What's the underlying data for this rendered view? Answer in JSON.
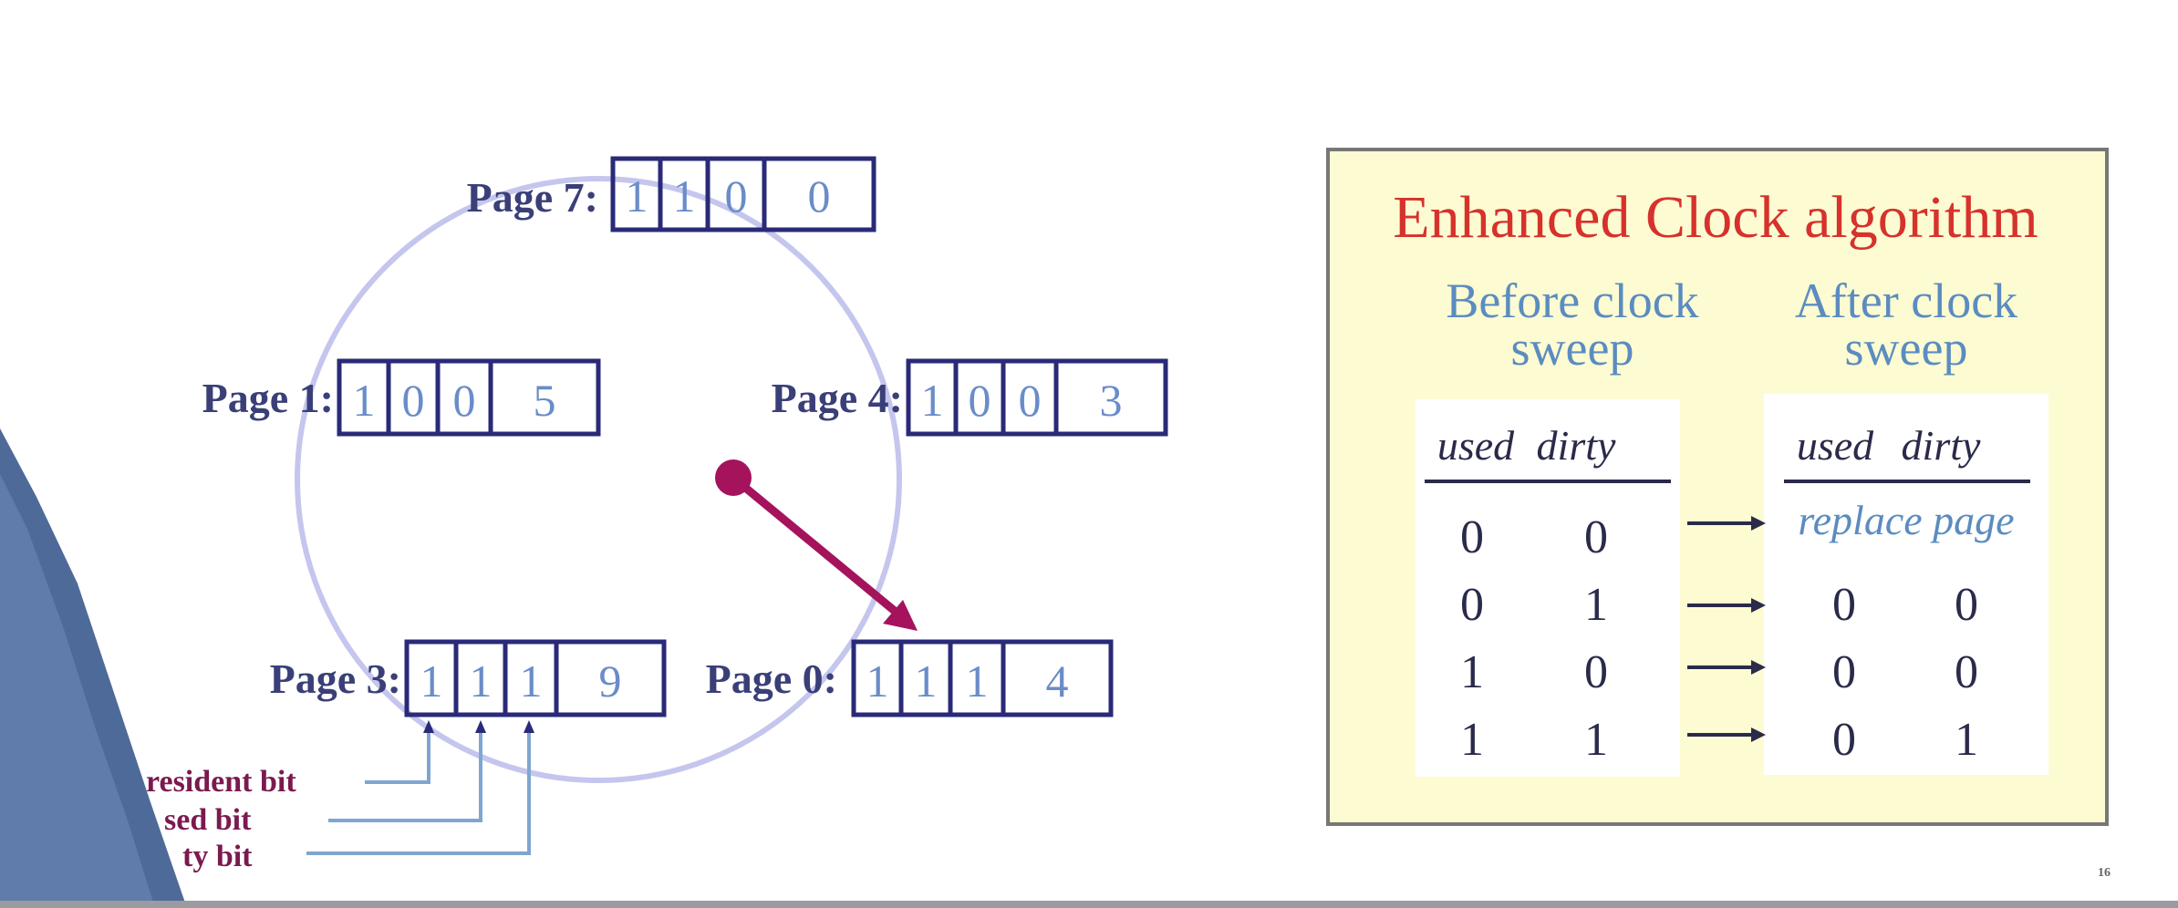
{
  "slide": {
    "page_number": "16"
  },
  "clock": {
    "pages": [
      {
        "label": "Page 7:",
        "bits": [
          "1",
          "1",
          "0"
        ],
        "frame": "0"
      },
      {
        "label": "Page 1:",
        "bits": [
          "1",
          "0",
          "0"
        ],
        "frame": "5"
      },
      {
        "label": "Page 4:",
        "bits": [
          "1",
          "0",
          "0"
        ],
        "frame": "3"
      },
      {
        "label": "Page 3:",
        "bits": [
          "1",
          "1",
          "1"
        ],
        "frame": "9"
      },
      {
        "label": "Page 0:",
        "bits": [
          "1",
          "1",
          "1"
        ],
        "frame": "4"
      }
    ],
    "bit_legend": [
      "resident bit",
      "sed bit",
      "ty bit"
    ]
  },
  "panel": {
    "title": "Enhanced Clock algorithm",
    "before_heading": [
      "Before clock",
      "sweep"
    ],
    "after_heading": [
      "After clock",
      "sweep"
    ],
    "column_headers": [
      "used",
      "dirty"
    ],
    "after_column_headers": [
      "used",
      "dirty"
    ],
    "before_rows": [
      [
        "0",
        "0"
      ],
      [
        "0",
        "1"
      ],
      [
        "1",
        "0"
      ],
      [
        "1",
        "1"
      ]
    ],
    "replace_text": "replace page",
    "after_rows": [
      [
        "0",
        "0"
      ],
      [
        "0",
        "0"
      ],
      [
        "0",
        "1"
      ]
    ]
  },
  "colors": {
    "page_box": "#2a2a78",
    "bit_digit": "#6a8cc8",
    "page_label": "#3a3f78",
    "clock_ring": "#c4c6ee",
    "hand": "#a5135d",
    "legend_text": "#7a1a4e",
    "pointer_line": "#7fa6d0",
    "panel_bg": "#fdfbd2",
    "panel_title": "#d6322c",
    "heading": "#5b8cc0",
    "table_text": "#2a2a4a"
  }
}
